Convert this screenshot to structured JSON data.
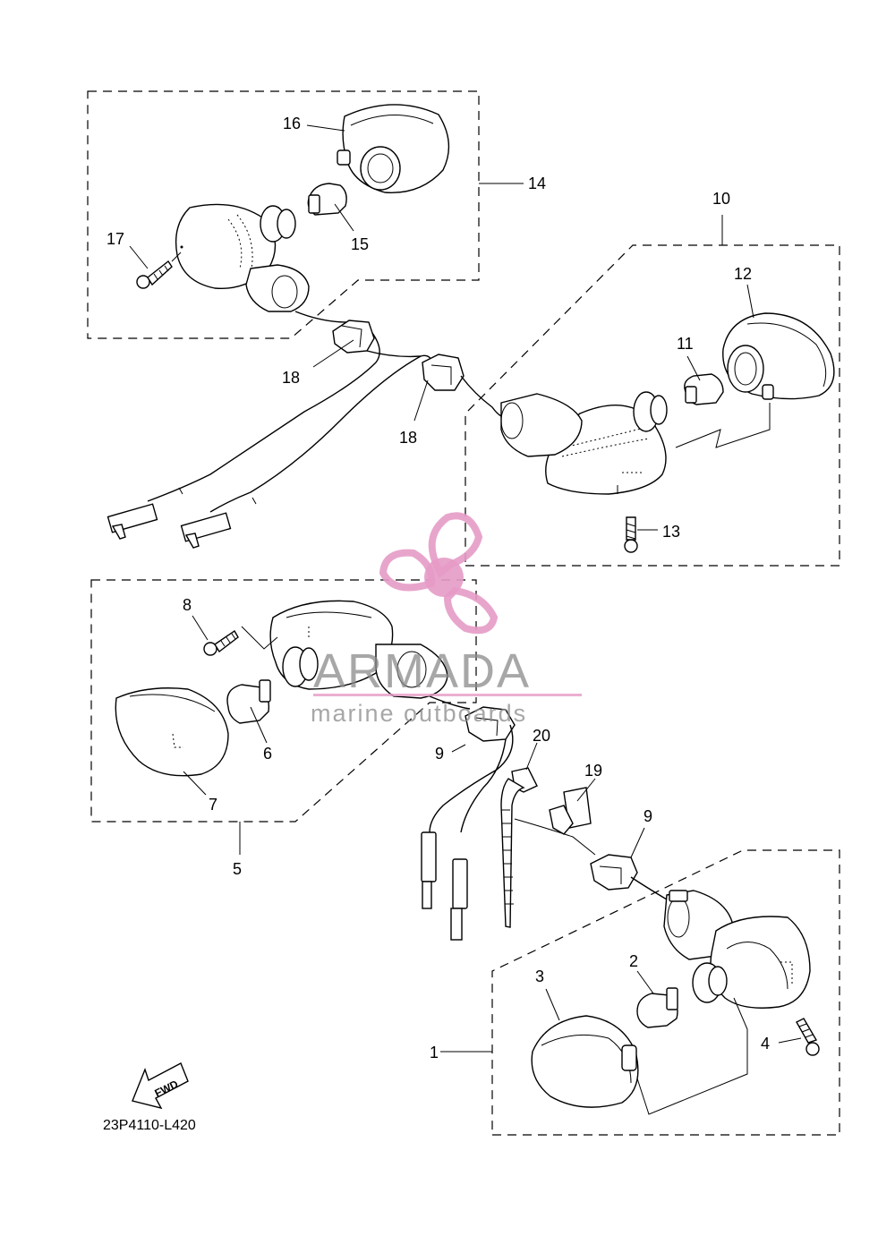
{
  "callouts": [
    "1",
    "2",
    "3",
    "4",
    "5",
    "6",
    "7",
    "8",
    "9",
    "9",
    "10",
    "11",
    "12",
    "13",
    "14",
    "15",
    "16",
    "17",
    "18",
    "18",
    "19",
    "20"
  ],
  "drawing_code": "23P4110-L420",
  "fwd_arrow_label": "FWD",
  "watermark": {
    "name": "ARMADA",
    "tagline": "marine outboards",
    "accent_color": "#e59bc6"
  },
  "icons": [
    "propeller-logo-icon",
    "fwd-arrow-icon"
  ]
}
